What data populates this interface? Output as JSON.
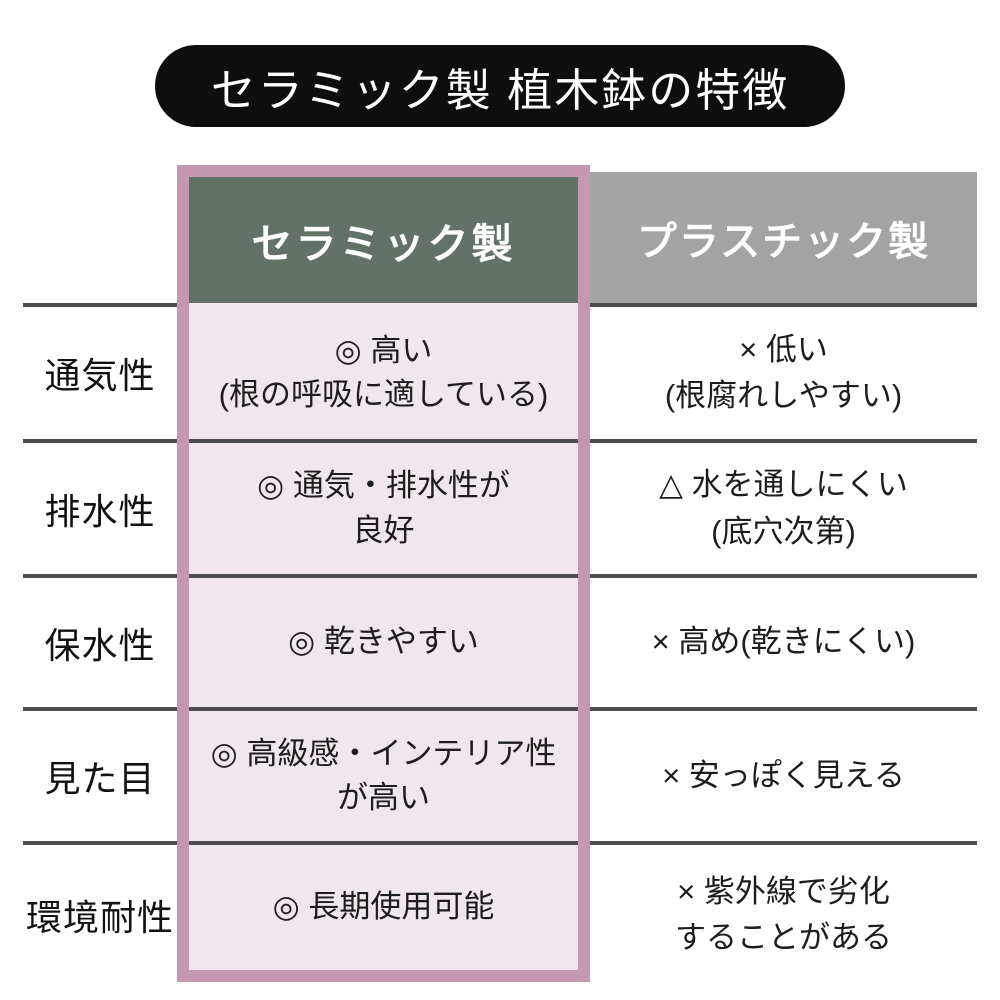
{
  "title": "セラミック製 植木鉢の特徴",
  "colors": {
    "title_pill_bg": "#0e0e0e",
    "ceramic_header_bg": "#637267",
    "plastic_header_bg": "#a3a3a3",
    "highlight_frame": "#c498ae",
    "ceramic_cell_bg": "#f0e6ed",
    "separator_line": "#4d4d4d"
  },
  "table": {
    "ceramic_header": "セラミック製",
    "plastic_header": "プラスチック製",
    "rows": [
      {
        "label": "通気性",
        "ceramic": [
          "◎ 高い",
          "(根の呼吸に適している)"
        ],
        "plastic": [
          "× 低い",
          "(根腐れしやすい)"
        ]
      },
      {
        "label": "排水性",
        "ceramic": [
          "◎ 通気・排水性が",
          "良好"
        ],
        "plastic": [
          "△ 水を通しにくい",
          "(底穴次第)"
        ]
      },
      {
        "label": "保水性",
        "ceramic": [
          "◎ 乾きやすい"
        ],
        "plastic": [
          "× 高め(乾きにくい)"
        ]
      },
      {
        "label": "見た目",
        "ceramic": [
          "◎ 高級感・インテリア性",
          "が高い"
        ],
        "plastic": [
          "× 安っぽく見える"
        ]
      },
      {
        "label": "環境耐性",
        "ceramic": [
          "◎ 長期使用可能"
        ],
        "plastic": [
          "× 紫外線で劣化",
          "することがある"
        ]
      }
    ]
  }
}
